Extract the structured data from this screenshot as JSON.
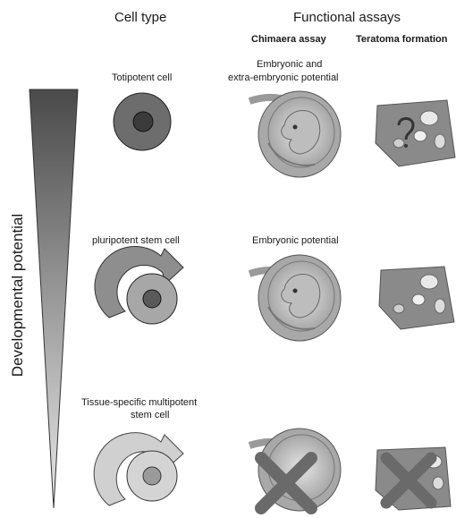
{
  "headers": {
    "cell_type": "Cell type",
    "functional_assays": "Functional assays",
    "chimaera_assay": "Chimaera assay",
    "teratoma_formation": "Teratoma formation"
  },
  "axis_label": "Developmental potential",
  "rows": [
    {
      "cell_label": "Totipotent cell",
      "assay_label_line1": "Embryonic and",
      "assay_label_line2": "extra-embryonic potential",
      "chimaera_result": "positive",
      "teratoma_result": "positive",
      "cell_fill": "#6d6d6d",
      "nucleus_fill": "#3b3b3b"
    },
    {
      "cell_label": "pluripotent stem cell",
      "assay_label_line1": "Embryonic potential",
      "assay_label_line2": "",
      "chimaera_result": "positive",
      "teratoma_result": "positive",
      "cell_fill": "#a7a7a7",
      "nucleus_fill": "#5a5a5a",
      "arrow_fill": "#8e8e8e"
    },
    {
      "cell_label_line1": "Tissue-specific multipotent",
      "cell_label_line2": "stem cell",
      "chimaera_result": "negative",
      "teratoma_result": "negative",
      "cell_fill": "#d4d4d4",
      "nucleus_fill": "#9a9a9a",
      "arrow_fill": "#d0d0d0"
    }
  ],
  "colors": {
    "cross": "#6a6a6a",
    "embryo_tissue": "#c9c9c9",
    "tissue_section": "#7a7a7a"
  }
}
